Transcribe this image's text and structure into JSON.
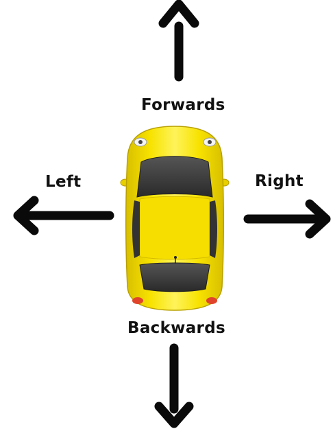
{
  "labels": {
    "forwards": "Forwards",
    "left": "Left",
    "right": "Right",
    "backwards": "Backwards"
  },
  "colors": {
    "arrow": "#0a0a0a",
    "car_body": "#f5dc00",
    "car_highlight": "#fff48a",
    "car_shadow": "#c9b000",
    "windows": "#3b3b3b",
    "tail_lights": "#e0442b",
    "text": "#111111"
  },
  "icons": {
    "arrow_up": "arrow-up-icon",
    "arrow_left": "arrow-left-icon",
    "arrow_right": "arrow-right-icon",
    "arrow_down": "arrow-down-icon",
    "car": "yellow-car-top-view"
  }
}
